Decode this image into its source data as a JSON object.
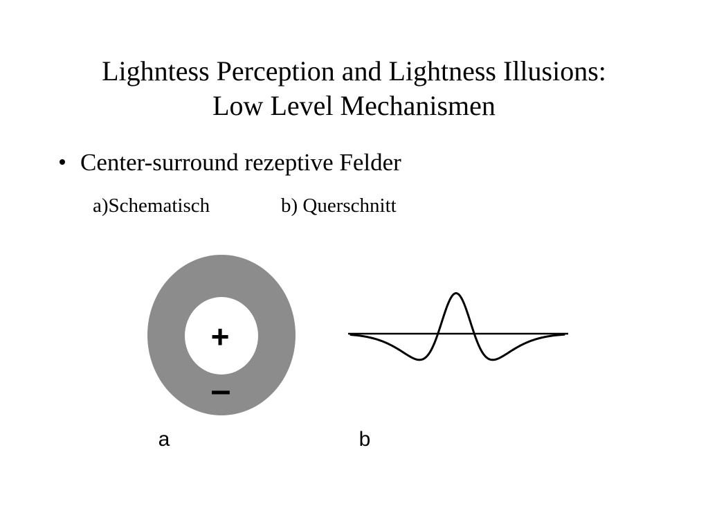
{
  "slide": {
    "title_line1": "Lighntess Perception and Lightness Illusions:",
    "title_line2": "Low Level Mechanismen",
    "bullet": "Center-surround rezeptive Felder",
    "sub_a": "a)Schematisch",
    "sub_b": "b) Querschnitt"
  },
  "diagram": {
    "center_sign": "+",
    "surround_sign": "–",
    "label_a": "a",
    "label_b": "b",
    "colors": {
      "surround": "#8c8c8c",
      "center": "#ffffff",
      "ink": "#000000"
    }
  }
}
